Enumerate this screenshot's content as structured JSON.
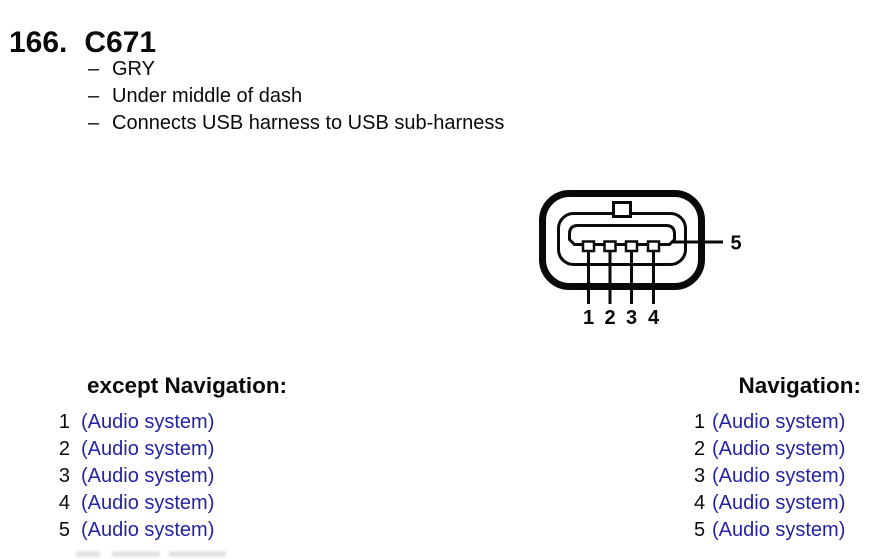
{
  "header": {
    "section_number": "166.",
    "connector_code": "C671"
  },
  "details": {
    "bullet": "–",
    "items": [
      "GRY",
      "Under middle of dash",
      "Connects USB harness to USB sub-harness"
    ]
  },
  "diagram": {
    "description": "connector face view, 4 pin terminals plus shell",
    "pin_labels": [
      "1",
      "2",
      "3",
      "4",
      "5"
    ]
  },
  "colors": {
    "ink": "#0a0a0a",
    "link_blue": "#2323a6",
    "background": "#ffffff"
  },
  "pinouts": [
    {
      "title": "except Navigation:",
      "rows": [
        {
          "pin": "1",
          "circuit": "(Audio system)"
        },
        {
          "pin": "2",
          "circuit": "(Audio system)"
        },
        {
          "pin": "3",
          "circuit": "(Audio system)"
        },
        {
          "pin": "4",
          "circuit": "(Audio system)"
        },
        {
          "pin": "5",
          "circuit": "(Audio system)"
        }
      ]
    },
    {
      "title": "Navigation:",
      "rows": [
        {
          "pin": "1",
          "circuit": "(Audio system)"
        },
        {
          "pin": "2",
          "circuit": "(Audio system)"
        },
        {
          "pin": "3",
          "circuit": "(Audio system)"
        },
        {
          "pin": "4",
          "circuit": "(Audio system)"
        },
        {
          "pin": "5",
          "circuit": "(Audio system)"
        }
      ]
    }
  ]
}
